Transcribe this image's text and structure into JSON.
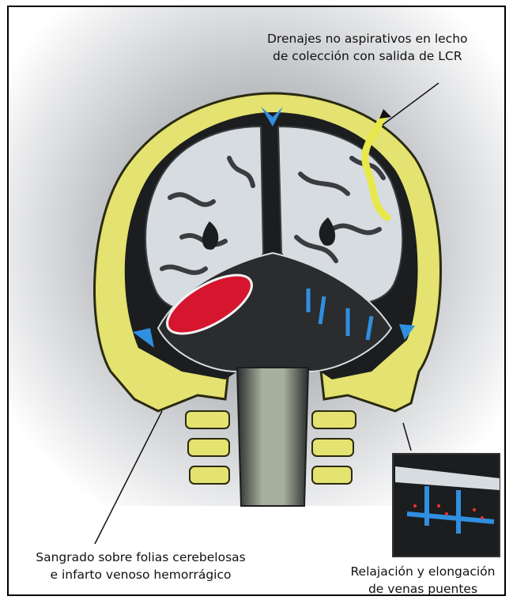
{
  "labels": {
    "drainage": {
      "line1": "Drenajes no aspirativos en lecho",
      "line2": "de colección con salida de LCR"
    },
    "bleeding": {
      "line1": "Sangrado sobre folias cerebelosas",
      "line2": "e infarto venoso hemorrágico"
    },
    "veins": {
      "line1": "Relajación y elongación",
      "line2": "de venas puentes"
    }
  },
  "colors": {
    "skull": "#e4e270",
    "skull_outline": "#2a2a10",
    "dark_tissue": "#1c1d1e",
    "white_matter": "#d6dcdf",
    "gray_matter": "#3a3c40",
    "hemorrhage": "#d6152f",
    "csf_blue": "#2f8fe0",
    "drain_yellow": "#e8e84a",
    "frame": "#000000"
  },
  "icons": [
    "drain-arrow-icon"
  ]
}
